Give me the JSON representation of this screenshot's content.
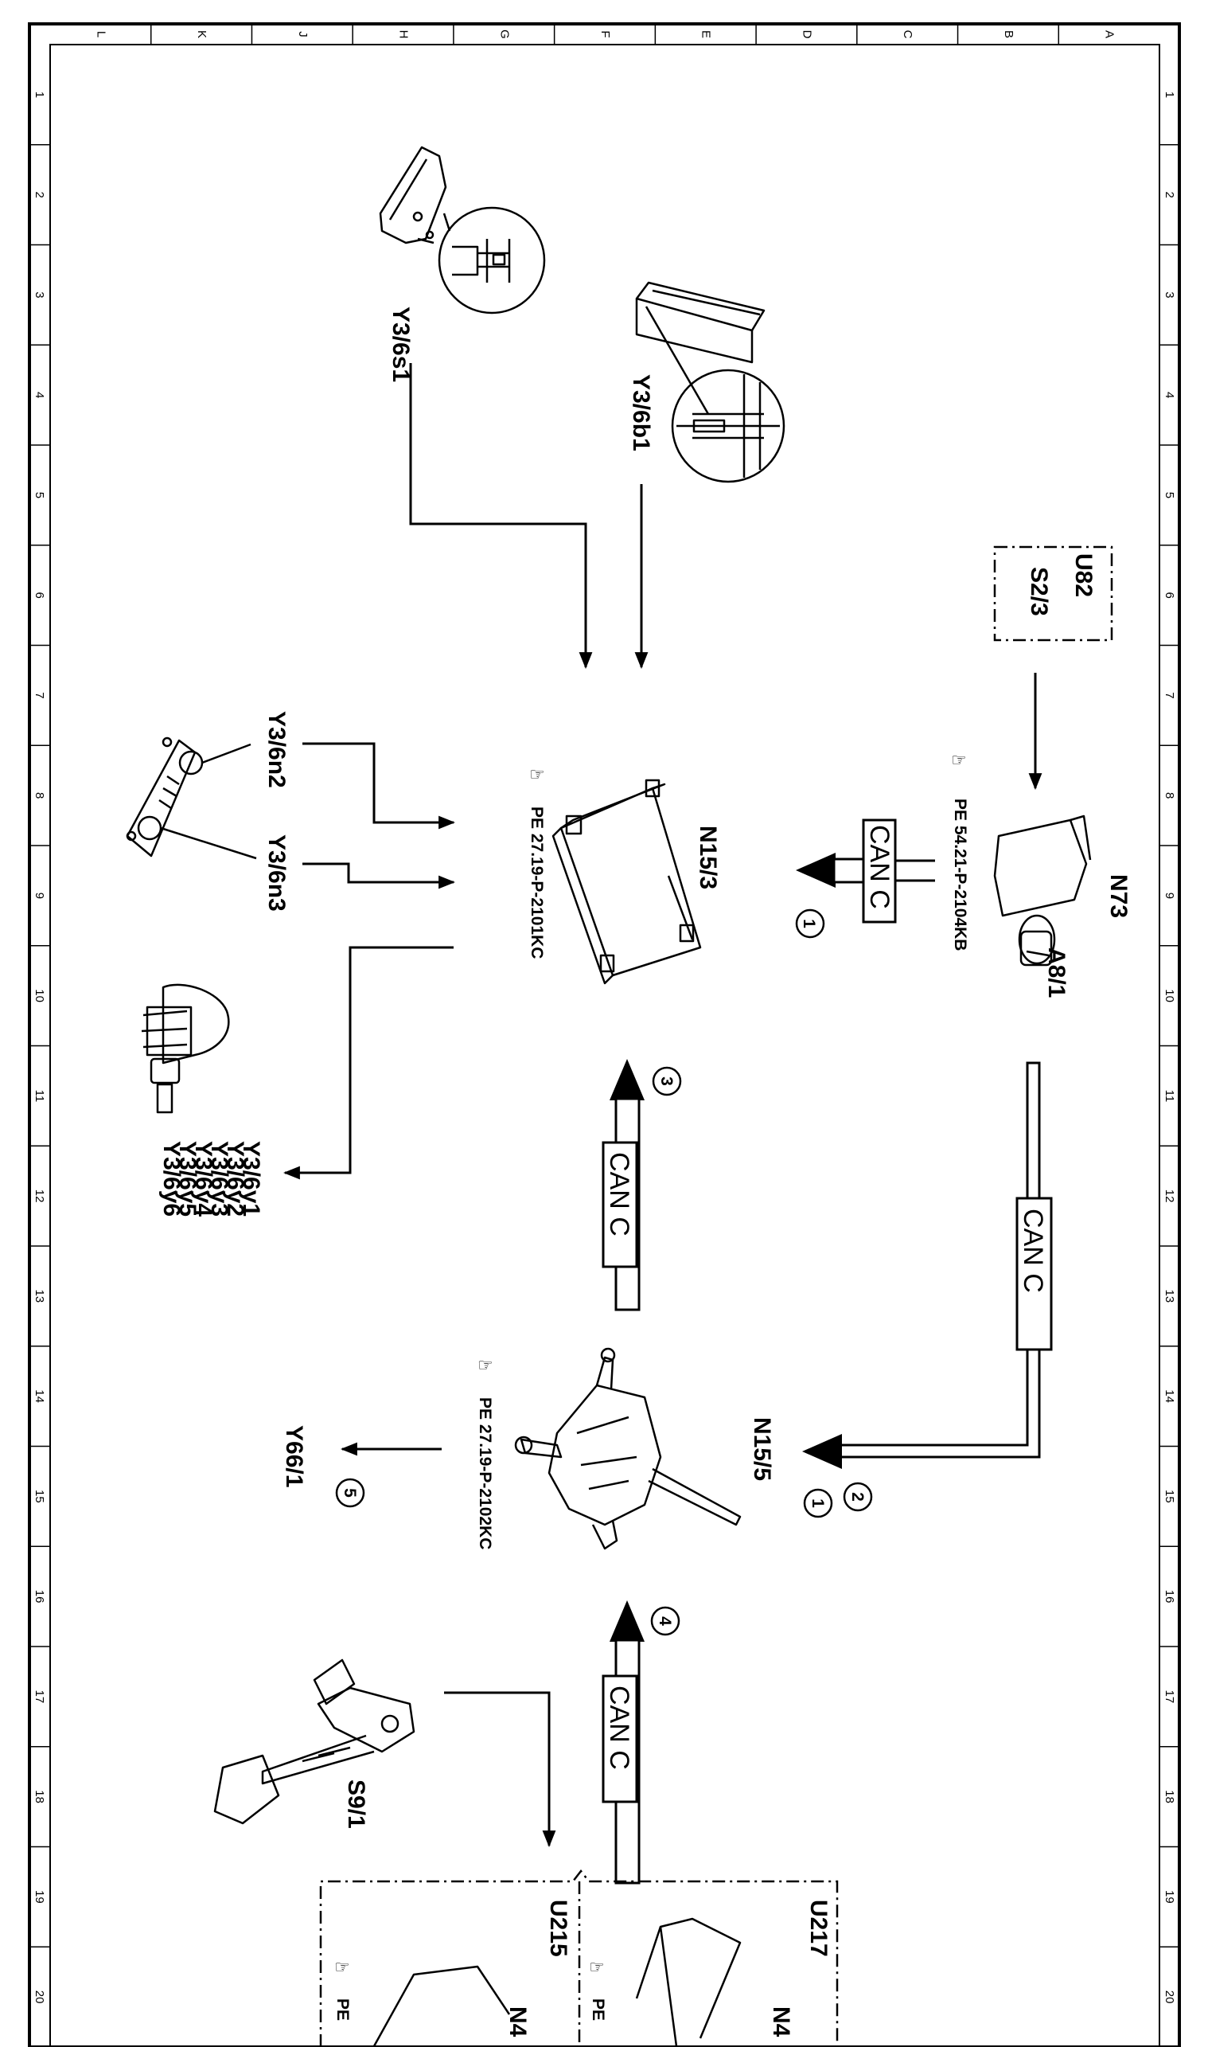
{
  "border": {
    "col_letters": [
      "L",
      "K",
      "J",
      "H",
      "G",
      "F",
      "E",
      "D",
      "C",
      "B",
      "A"
    ],
    "row_numbers": [
      "1",
      "2",
      "3",
      "4",
      "5",
      "6",
      "7",
      "8",
      "9",
      "10",
      "11",
      "12",
      "13",
      "14",
      "15",
      "16",
      "17",
      "18",
      "19",
      "20"
    ]
  },
  "labels": {
    "y3_6s1": "Y3/6s1",
    "y3_6b1": "Y3/6b1",
    "u82": "U82",
    "s2_3": "S2/3",
    "n73": "N73",
    "a8_1": "A8/1",
    "pe_n73": "PE 54.21-P-2104KB",
    "n15_3": "N15/3",
    "pe_n15_3": "PE 27.19-P-2101KC",
    "y3_6n2": "Y3/6n2",
    "y3_6n3": "Y3/6n3",
    "y3_6y": [
      "Y3/6y1",
      "Y3/6y2",
      "Y3/6y3",
      "Y3/6y4",
      "Y3/6y5",
      "Y3/6y6"
    ],
    "n15_5": "N15/5",
    "pe_n15_5": "PE 27.19-P-2102KC",
    "y66_1": "Y66/1",
    "s9_1": "S9/1",
    "u215": "U215",
    "u217": "U217",
    "n4_a": "N4",
    "n4_b": "N4",
    "pe_u215": "PE ",
    "pe_u217": "PE "
  },
  "bus": {
    "can_c_1": "CAN C",
    "can_c_2": "CAN C",
    "can_c_3": "CAN C",
    "can_c_4": "CAN C"
  },
  "callouts": {
    "c1_top": "1",
    "c3": "3",
    "c2": "2",
    "c1_bottom": "1",
    "c4": "4",
    "c5": "5"
  }
}
